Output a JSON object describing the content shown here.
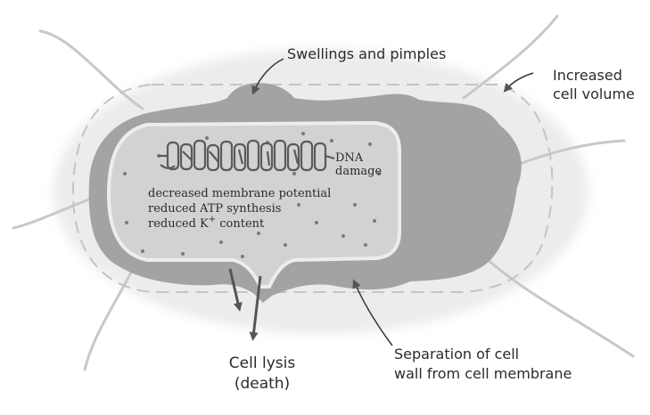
{
  "labels": {
    "swellings": "Swellings and pimples",
    "increased_line1": "Increased",
    "increased_line2": "cell volume",
    "dna_line1": "DNA",
    "dna_line2": "damage",
    "effect1": "decreased membrane potential",
    "effect2": "reduced ATP synthesis",
    "effect3_prefix": "reduced K",
    "effect3_sup": "+",
    "effect3_suffix": " content",
    "lysis_line1": "Cell lysis",
    "lysis_line2": "(death)",
    "separation_line1": "Separation of cell",
    "separation_line2": "wall from cell membrane"
  },
  "colors": {
    "cell_wall": "#a3a3a3",
    "cytoplasm": "#d2d2d2",
    "dna": "#5a5a5a",
    "outline_dashed": "#c4c4c4",
    "text": "#2b2b2b"
  },
  "icons": [
    "dna-coil-icon",
    "arrow-down-icon"
  ]
}
